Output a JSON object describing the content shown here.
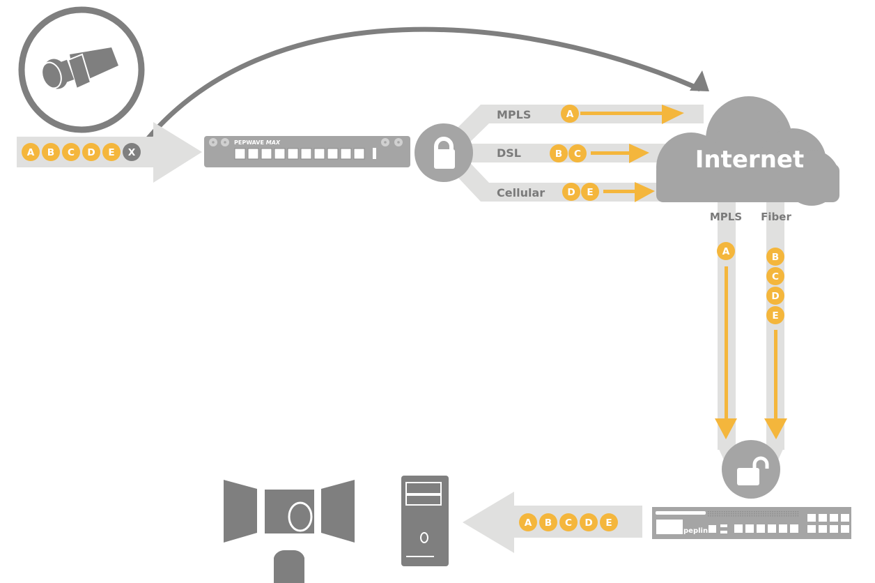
{
  "colors": {
    "accent": "#f4b63c",
    "dark_gray": "#7f7f7f",
    "mid_gray": "#a5a5a5",
    "light_gray": "#e0e0df",
    "white": "#ffffff"
  },
  "source": {
    "icon": "camera-icon",
    "packets": [
      "A",
      "B",
      "C",
      "D",
      "E"
    ],
    "lost_packet": "X"
  },
  "edge_device": {
    "brand": "PEPWAVE",
    "model": "MAX"
  },
  "wan_links": [
    {
      "label": "MPLS",
      "packets": [
        "A"
      ]
    },
    {
      "label": "DSL",
      "packets": [
        "B",
        "C"
      ]
    },
    {
      "label": "Cellular",
      "packets": [
        "D",
        "E"
      ]
    }
  ],
  "cloud": {
    "label": "Internet"
  },
  "hq_links": [
    {
      "label": "MPLS",
      "packets": [
        "A"
      ]
    },
    {
      "label": "Fiber",
      "packets": [
        "B",
        "C",
        "D",
        "E"
      ]
    }
  ],
  "hq_device": {
    "brand": "peplink"
  },
  "destination": {
    "packets": [
      "A",
      "B",
      "C",
      "D",
      "E"
    ],
    "icons": [
      "server-icon",
      "monitoring-station-icon"
    ]
  }
}
